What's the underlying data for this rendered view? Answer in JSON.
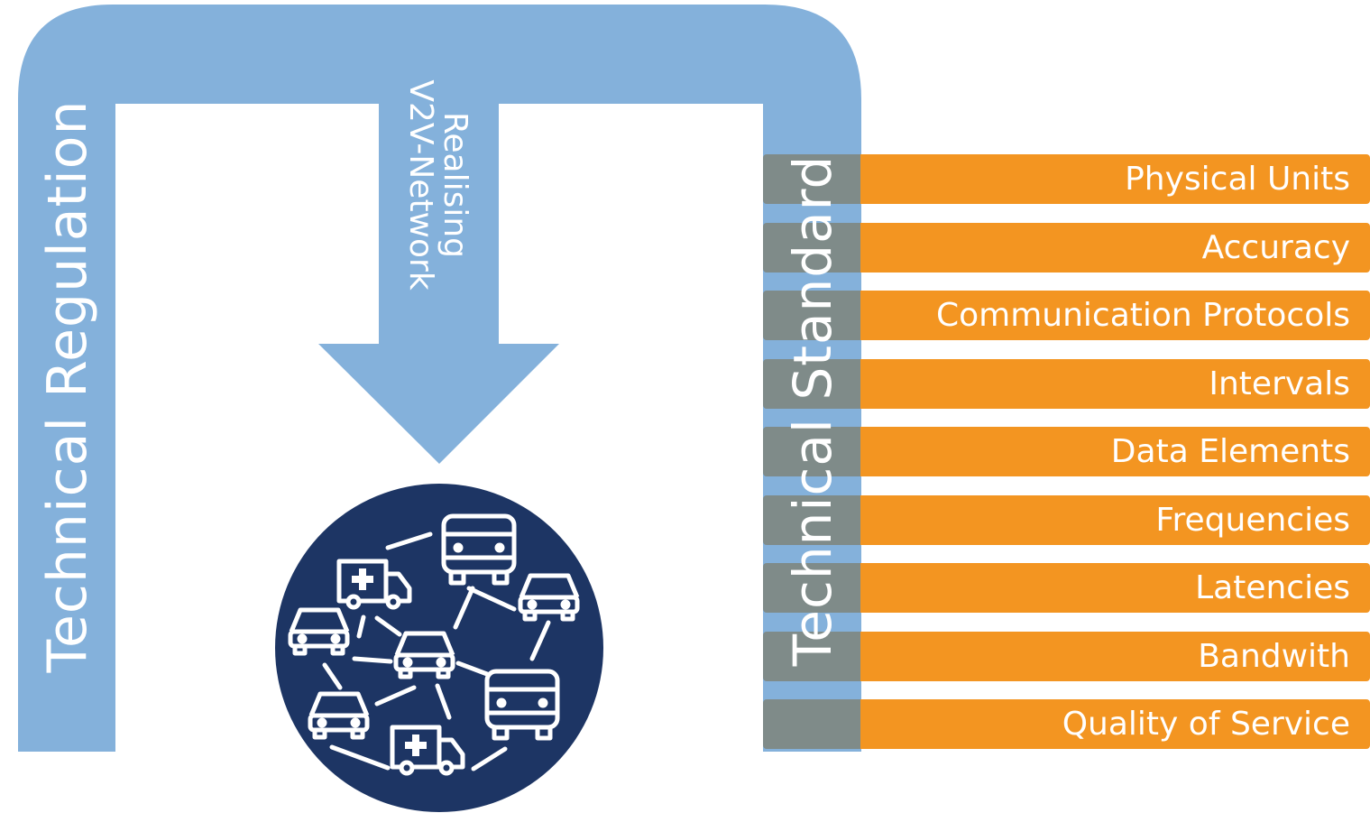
{
  "left_pillar": {
    "label": "Technical Regulation"
  },
  "right_pillar": {
    "label": "Technical Standard"
  },
  "arrow": {
    "line1": "Realising",
    "line2": "V2V-Network"
  },
  "network_icon": {
    "name": "v2v-network-icon",
    "vehicles": [
      "bus",
      "ambulance",
      "car",
      "car",
      "car",
      "car",
      "bus",
      "ambulance"
    ]
  },
  "standard_items": [
    "Physical Units",
    "Accuracy",
    "Communication Protocols",
    "Intervals",
    "Data Elements",
    "Frequencies",
    "Latencies",
    "Bandwith",
    "Quality of Service"
  ],
  "colors": {
    "light_blue": "#84b1db",
    "navy": "#1d3564",
    "orange": "#f39521",
    "grey": "#7f8b89",
    "white": "#ffffff"
  }
}
